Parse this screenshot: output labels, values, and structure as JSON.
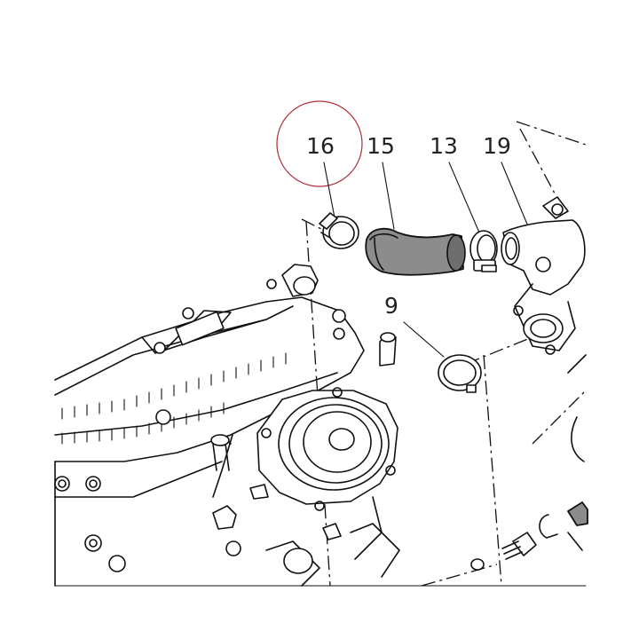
{
  "callouts": [
    {
      "id": "16",
      "label": "16"
    },
    {
      "id": "15",
      "label": "15"
    },
    {
      "id": "13",
      "label": "13"
    },
    {
      "id": "19",
      "label": "19"
    },
    {
      "id": "9",
      "label": "9"
    }
  ],
  "highlight": {
    "target": "16",
    "color": "#b0303a"
  },
  "colors": {
    "line": "#111111",
    "hose_fill": "#8c8c8c",
    "background": "#ffffff"
  }
}
